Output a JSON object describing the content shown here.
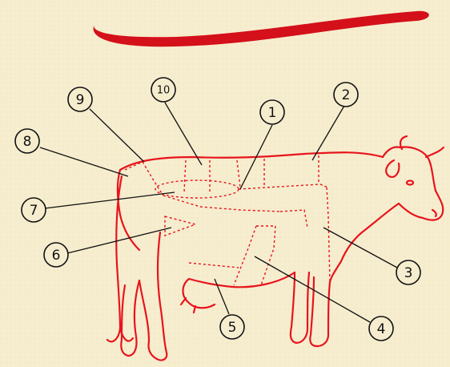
{
  "diagram": {
    "callouts": [
      {
        "id": "1",
        "label": "1"
      },
      {
        "id": "2",
        "label": "2"
      },
      {
        "id": "3",
        "label": "3"
      },
      {
        "id": "4",
        "label": "4"
      },
      {
        "id": "5",
        "label": "5"
      },
      {
        "id": "6",
        "label": "6"
      },
      {
        "id": "7",
        "label": "7"
      },
      {
        "id": "8",
        "label": "8"
      },
      {
        "id": "9",
        "label": "9"
      },
      {
        "id": "10",
        "label": "10"
      }
    ],
    "colors": {
      "background": "#f6edcf",
      "outline": "#e8141c",
      "brush_stroke": "#d4101a",
      "callout_ink": "#111111"
    }
  }
}
